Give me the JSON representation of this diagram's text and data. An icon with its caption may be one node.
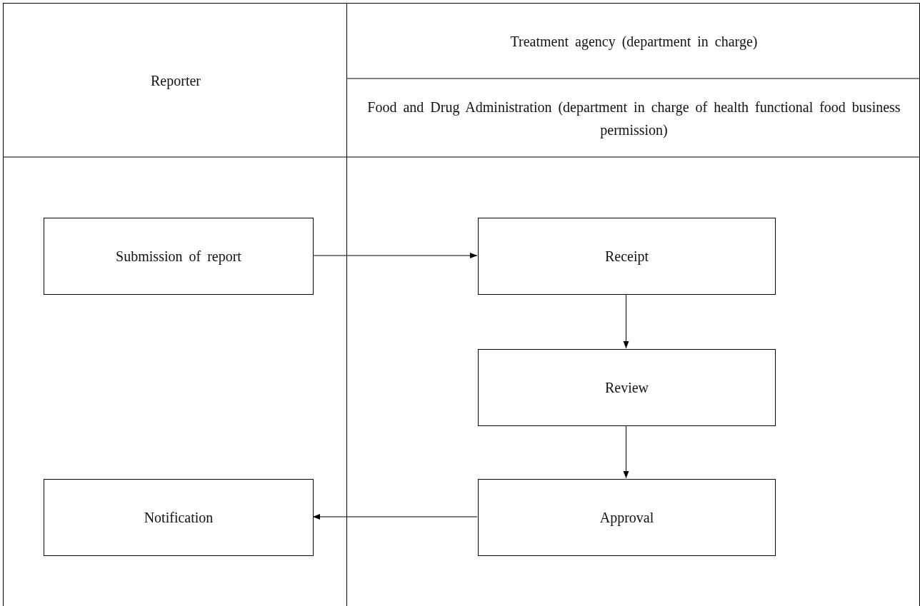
{
  "diagram": {
    "nodes": [
      {
        "text": [
          "Reporter"
        ]
      },
      {
        "text": [
          "Submission of report"
        ],
        "in": 0
      },
      {
        "text": [
          "Notification"
        ],
        "in": 0
      },
      {
        "text": [
          "Treatment agency (department in charge)",
          "Food and Drug Administration (department in charge of health functional food business permission)"
        ]
      },
      {
        "text": [
          "Receipt"
        ],
        "in": 3
      },
      {
        "text": [
          "Review"
        ],
        "in": 3
      },
      {
        "text": [
          "Approval"
        ],
        "in": 3
      }
    ],
    "edges": [
      {
        "from": 1,
        "to": 4,
        "arrow": "to"
      },
      {
        "from": 4,
        "to": 5,
        "arrow": "to"
      },
      {
        "from": 5,
        "to": 6,
        "arrow": "to"
      },
      {
        "from": 6,
        "to": 2,
        "arrow": "to"
      }
    ]
  }
}
